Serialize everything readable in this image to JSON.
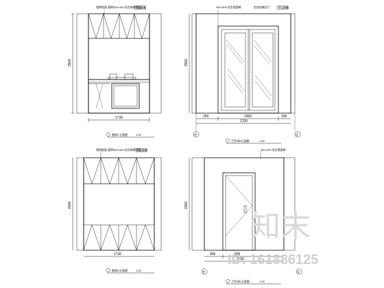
{
  "watermark": {
    "brand": "知末",
    "id_text": "ID: 161886125"
  },
  "elevations": [
    {
      "height_dim": "2500",
      "width_dim": "1730",
      "tag_left": "墙砖贴面 瓷砖",
      "tag_mid": "300×300 仿古地砖墙面",
      "tag_right": "详见图集",
      "caption": "厨房C立面图",
      "scale": "1:30"
    },
    {
      "height_dim": "2500",
      "seg1": "250",
      "seg2": "1450",
      "seg3": "150",
      "total": "2130",
      "tag_left": "300×300 仿古墙面砖",
      "tag_mid": "铝合金推拉门",
      "tag_right": "详见图集",
      "caption": "卫生间B立面图",
      "scale": "1:30",
      "axis_left": "⑭",
      "axis_right": "⑮"
    },
    {
      "height_dim": "2000",
      "width_dim": "1730",
      "tag_left": "墙砖贴面 瓷砖",
      "tag_mid": "300×300 仿古地砖墙面",
      "tag_right": "详见图集",
      "caption": "厨房D立面图",
      "scale": "1:30"
    },
    {
      "height_dim": "2000",
      "seg1": "400",
      "seg2": "800",
      "total": "2130",
      "tag_mid": "300×300 仿古墙面砖",
      "caption": "卫生间D立面图",
      "scale": "1:30",
      "axis_left": "⑭",
      "axis_right": "⑮"
    }
  ]
}
